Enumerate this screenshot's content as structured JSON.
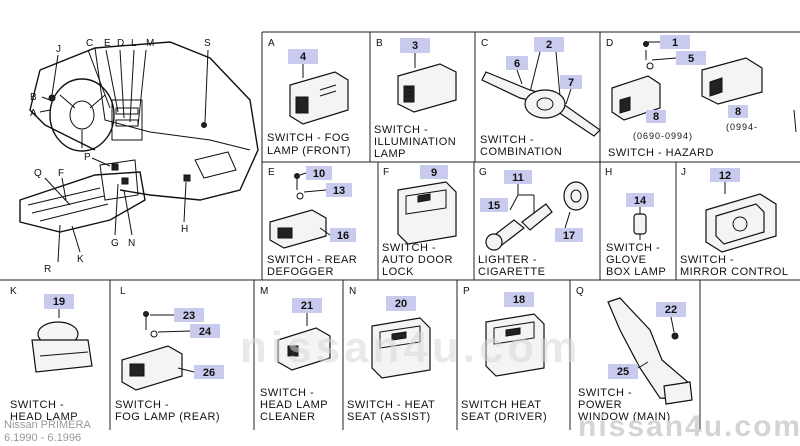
{
  "brand": {
    "line1": "Nissan PRIMERA",
    "line2": "6.1990 - 6.1996"
  },
  "watermark": {
    "center": "nissan4u.com",
    "site": "nissan4u.com"
  },
  "overview_letters": [
    "J",
    "C",
    "E",
    "D",
    "L",
    "M",
    "S",
    "B",
    "A",
    "P",
    "Q",
    "F",
    "G",
    "N",
    "H",
    "R",
    "K"
  ],
  "panels": {
    "A": {
      "letter": "A",
      "num": "4",
      "cap1": "SWITCH - FOG",
      "cap2": "LAMP (FRONT)"
    },
    "B": {
      "letter": "B",
      "num": "3",
      "cap1": "SWITCH -",
      "cap2": "ILLUMINATION",
      "cap3": "LAMP"
    },
    "C": {
      "letter": "C",
      "num": "2",
      "num_b": "6",
      "num_c": "7",
      "cap1": "SWITCH -",
      "cap2": "COMBINATION"
    },
    "D": {
      "letter": "D",
      "num": "1",
      "num_b": "5",
      "num_c": "8",
      "num_d": "8",
      "ref1": "(0690-0994)",
      "ref2": "(0994-",
      "cap1": "SWITCH - HAZARD"
    },
    "E": {
      "letter": "E",
      "num": "10",
      "num_b": "13",
      "num_c": "16",
      "cap1": "SWITCH - REAR",
      "cap2": "DEFOGGER"
    },
    "F": {
      "letter": "F",
      "num": "9",
      "cap1": "SWITCH -",
      "cap2": "AUTO DOOR",
      "cap3": "LOCK"
    },
    "G": {
      "letter": "G",
      "num": "11",
      "num_b": "15",
      "num_c": "17",
      "cap1": "LIGHTER -",
      "cap2": "CIGARETTE"
    },
    "H": {
      "letter": "H",
      "num": "14",
      "cap1": "SWITCH -",
      "cap2": "GLOVE",
      "cap3": "BOX LAMP"
    },
    "J": {
      "letter": "J",
      "num": "12",
      "cap1": "SWITCH -",
      "cap2": "MIRROR CONTROL"
    },
    "K": {
      "letter": "K",
      "num": "19",
      "cap1": "SWITCH -",
      "cap2": "HEAD LAMP"
    },
    "L": {
      "letter": "L",
      "num": "23",
      "num_b": "24",
      "num_c": "26",
      "cap1": "SWITCH -",
      "cap2": "FOG LAMP (REAR)"
    },
    "M": {
      "letter": "M",
      "num": "21",
      "cap1": "SWITCH -",
      "cap2": "HEAD LAMP",
      "cap3": "CLEANER"
    },
    "N": {
      "letter": "N",
      "num": "20",
      "cap1": "SWITCH - HEAT",
      "cap2": "SEAT (ASSIST)"
    },
    "P": {
      "letter": "P",
      "num": "18",
      "cap1": "SWITCH HEAT",
      "cap2": "SEAT (DRIVER)"
    },
    "Q": {
      "letter": "Q",
      "num": "22",
      "num_b": "25",
      "cap1": "SWITCH -",
      "cap2": "POWER",
      "cap3": "WINDOW (MAIN)"
    }
  }
}
